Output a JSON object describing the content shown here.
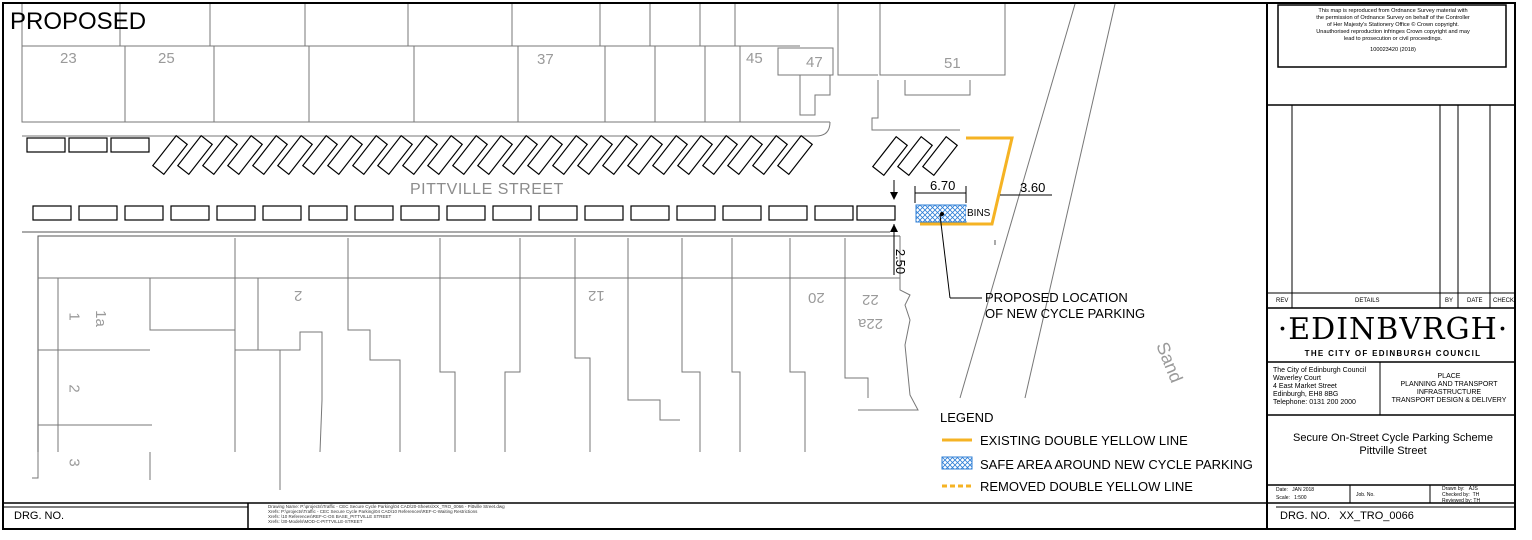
{
  "sheet_title": "PROPOSED",
  "street_name": "PITTVILLE STREET",
  "road_name_partial": "Sand",
  "house_numbers_north": [
    "23",
    "25",
    "37",
    "45",
    "47",
    "51"
  ],
  "house_numbers_south": [
    "1a",
    "1",
    "2",
    "3",
    "2",
    "12",
    "20",
    "22",
    "22a"
  ],
  "dimensions": {
    "bay_length": "6.70",
    "bay_width": "3.60",
    "depth": "2.50"
  },
  "bins_label": "BINS",
  "callout": {
    "line1": "PROPOSED LOCATION",
    "line2": "OF NEW CYCLE  PARKING"
  },
  "legend": {
    "title": "LEGEND",
    "items": [
      {
        "label": "EXISTING DOUBLE YELLOW LINE",
        "color": "#f5b324"
      },
      {
        "label": "SAFE AREA AROUND NEW CYCLE PARKING",
        "color": "#2f7fd6"
      },
      {
        "label": "REMOVED DOUBLE YELLOW LINE",
        "color": "#f5b324"
      }
    ]
  },
  "title_block": {
    "os_notice": [
      "This map is reproduced from Ordnance Survey material with",
      "the permission of Ordnance Survey on behalf of the Controller",
      "of Her Majesty's Stationery Office © Crown copyright.",
      "Unauthorised reproduction infringes Crown copyright and may",
      "lead to prosecution or civil proceedings."
    ],
    "os_licence": "100023420 (2018)",
    "revision_headers": {
      "rev": "REV",
      "details": "DETAILS",
      "by": "BY",
      "date": "DATE",
      "check": "CHECK"
    },
    "logo_text": "·EDINBVRGH·",
    "logo_subtitle": "THE CITY OF EDINBURGH COUNCIL",
    "address": [
      "The City of Edinburgh Council",
      "Waverley Court",
      "4 East Market Street",
      "Edinburgh, EH8 8BG",
      "Telephone:  0131 200 2000"
    ],
    "department": [
      "PLACE",
      "PLANNING AND TRANSPORT",
      "INFRASTRUCTURE",
      "TRANSPORT DESIGN & DELIVERY"
    ],
    "scheme_title": "Secure On-Street Cycle Parking Scheme",
    "scheme_location": "Pittville Street",
    "date_label": "Date:",
    "date_value": "JAN 2018",
    "scale_label": "Scale:",
    "scale_value": "1:500",
    "job_label": "Job. No.",
    "drawn_label": "Drawn by:",
    "drawn_value": "AJS",
    "checked_label": "Checked by:",
    "checked_value": "TH",
    "reviewed_label": "Reviewed by:",
    "reviewed_value": "TH",
    "drg_no_label": "DRG. NO.",
    "drg_no_value": "XX_TRO_0066"
  },
  "drg_no_left": "DRG. NO.",
  "file_refs": [
    "Drawing Name: P:\\projects\\Traffic - CEC Secure Cycle Parking\\04 CAD\\20-Sheets\\XX_TRO_0066 - Pittville Street.dwg",
    "Xrefs: P:\\projects\\Traffic - CEC Secure Cycle Parking\\04 CAD\\10 References\\REF-C-Waiting Restrictions",
    "Xrefs: \\10 References\\REF-C-OS BASE_PITTVILLE STREET",
    "Xrefs: \\30-Models\\MOD-C-PITTVILLE-STREET"
  ]
}
